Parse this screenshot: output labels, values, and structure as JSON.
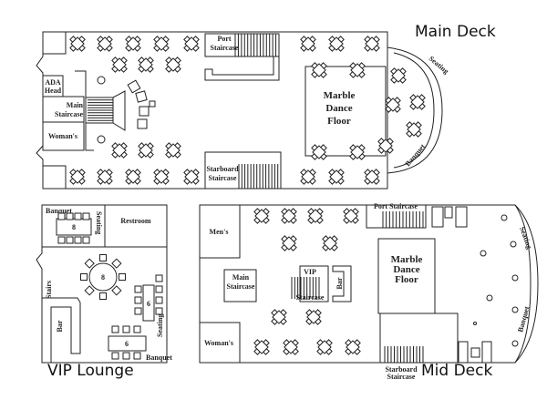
{
  "titles": {
    "main_deck": "Main Deck",
    "vip_lounge": "VIP Lounge",
    "mid_deck": "Mid Deck"
  },
  "main_deck": {
    "ada_head": [
      "ADA",
      "Head"
    ],
    "main_staircase": [
      "Main",
      "Staircase"
    ],
    "womans": "Woman's",
    "port_staircase": [
      "Port",
      "Staircase"
    ],
    "starboard_staircase": [
      "Starboard",
      "Staircase"
    ],
    "dance_floor": [
      "Marble",
      "Dance",
      "Floor"
    ],
    "seating": "Seating",
    "banquet": "Banquet"
  },
  "vip_lounge": {
    "banquet_top": "Banquet",
    "seating_top": "Seating",
    "restroom": "Restroom",
    "table_top": "8",
    "round_table": "8",
    "stairs": "Stairs",
    "bar": "Bar",
    "table_right": "6",
    "table_bottom": "6",
    "seating_right": "Seating",
    "banquet_bottom": "Banquet"
  },
  "mid_deck": {
    "mens": "Men's",
    "womans": "Woman's",
    "main_staircase": [
      "Main",
      "Staircase"
    ],
    "vip_staircase": [
      "VIP",
      "Staircase"
    ],
    "bar": "Bar",
    "port_staircase": "Port Staircase",
    "starboard_staircase": [
      "Starboard",
      "Staircase"
    ],
    "dance_floor": [
      "Marble",
      "Dance",
      "Floor"
    ],
    "seating": "Seating",
    "banquet": "Banquet"
  }
}
